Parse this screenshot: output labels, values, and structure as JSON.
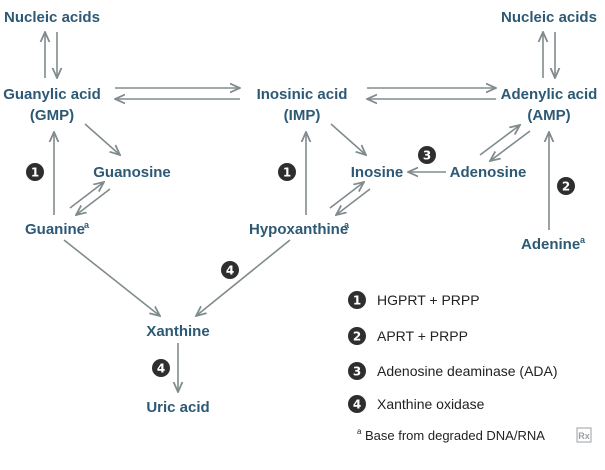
{
  "nodes": {
    "nucleic_left": "Nucleic acids",
    "nucleic_right": "Nucleic acids",
    "guanylic_line1": "Guanylic acid",
    "guanylic_line2": "(GMP)",
    "inosinic_line1": "Inosinic acid",
    "inosinic_line2": "(IMP)",
    "adenylic_line1": "Adenylic acid",
    "adenylic_line2": "(AMP)",
    "guanosine": "Guanosine",
    "inosine": "Inosine",
    "adenosine": "Adenosine",
    "guanine": "Guanine",
    "hypoxanthine": "Hypoxanthine",
    "adenine": "Adenine",
    "xanthine": "Xanthine",
    "uric_acid": "Uric acid",
    "superscript_a": "a"
  },
  "step_badges": {
    "guanine_to_gmp": "1",
    "hypoxanthine_to_imp": "1",
    "adenine_to_amp": "2",
    "adenosine_to_inosine": "3",
    "hypoxanthine_to_xanthine": "4",
    "xanthine_to_uric_acid": "4"
  },
  "legend": [
    {
      "number": "1",
      "label": "HGPRT + PRPP"
    },
    {
      "number": "2",
      "label": "APRT + PRPP"
    },
    {
      "number": "3",
      "label": "Adenosine deaminase (ADA)"
    },
    {
      "number": "4",
      "label": "Xanthine oxidase"
    }
  ],
  "footnote": {
    "marker": "a",
    "text": "Base from degraded DNA/RNA"
  },
  "logo": {
    "text": "Rx"
  },
  "colors": {
    "node_text": "#2d5975",
    "arrow": "#808b8d",
    "badge": "#2e2e2e"
  }
}
